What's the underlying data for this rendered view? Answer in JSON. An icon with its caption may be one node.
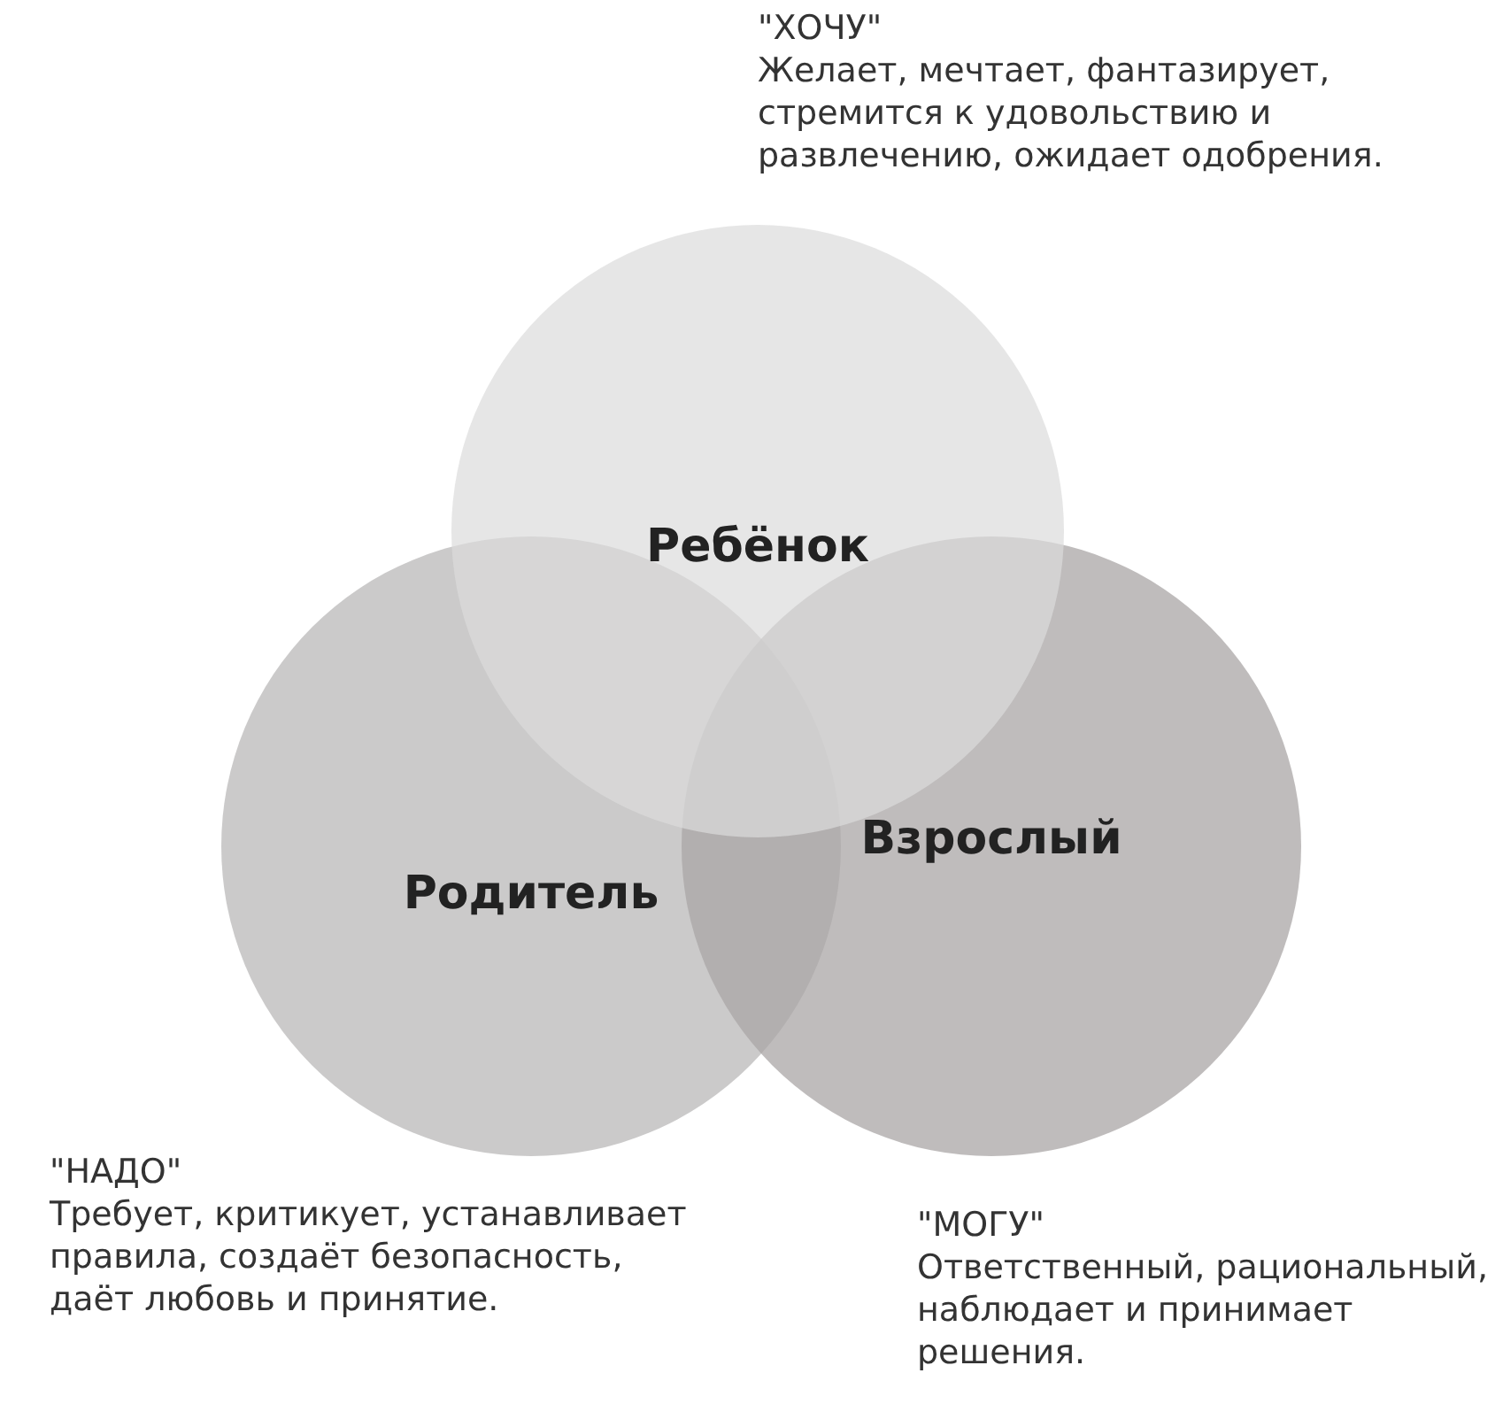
{
  "diagram": {
    "nodes": [
      {
        "text": [
          "Ребёнок"
        ],
        "beside": [
          "\"ХОЧУ\"",
          "Желает, мечтает, фантазирует, стремится к удовольствию и развлечению, ожидает одобрения."
        ]
      },
      {
        "text": [
          "Родитель"
        ],
        "beside": [
          "\"НАДО\"",
          "Требует, критикует, устанавливает правила, создаёт безопасность, даёт любовь и принятие."
        ]
      },
      {
        "text": [
          "Взрослый"
        ],
        "beside": [
          "\"МОГУ\"",
          "Ответственный, рациональный, наблюдает и принимает решения."
        ]
      }
    ]
  }
}
